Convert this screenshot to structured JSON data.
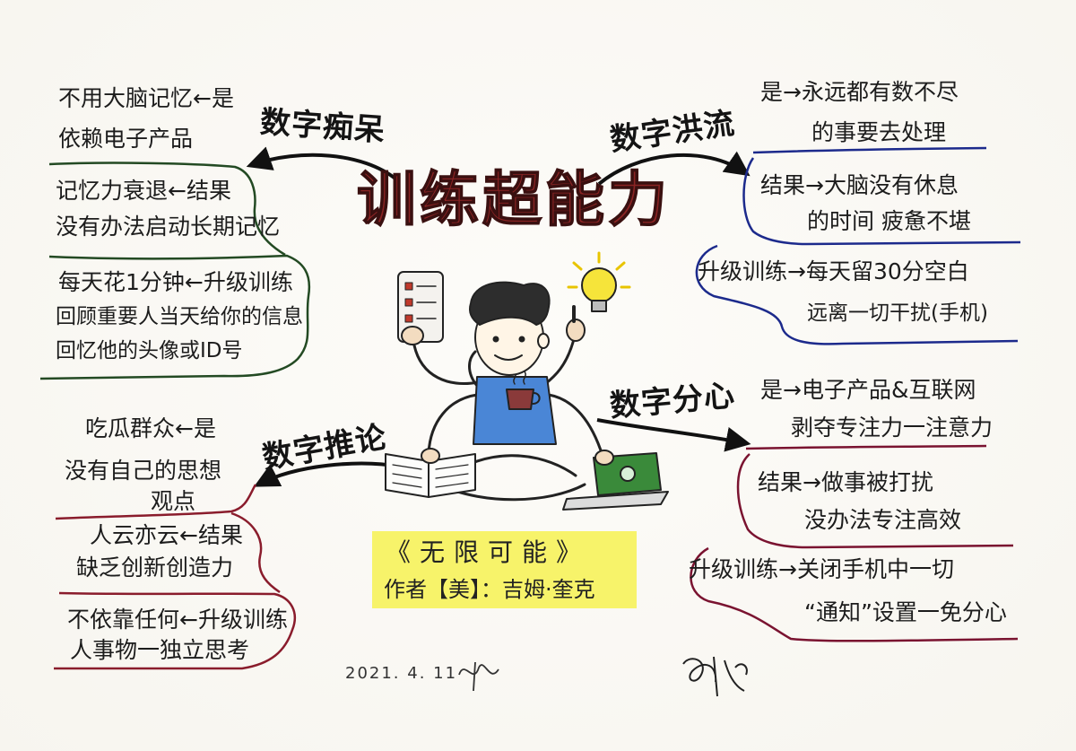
{
  "title": "训练超能力",
  "branches": {
    "digital_dementia": {
      "label": "数字痴呆",
      "nodes": [
        {
          "lines": [
            "不用大脑记忆←是",
            "依赖电子产品"
          ]
        },
        {
          "lines": [
            "记忆力衰退←结果",
            "没有办法启动长期记忆"
          ]
        },
        {
          "lines": [
            "每天花1分钟←升级训练",
            "回顾重要人当天给你的信息",
            "回忆他的头像或ID号"
          ]
        }
      ]
    },
    "digital_flood": {
      "label": "数字洪流",
      "nodes": [
        {
          "lines": [
            "是→永远都有数不尽",
            "的事要去处理"
          ]
        },
        {
          "lines": [
            "结果→大脑没有休息",
            "的时间 疲惫不堪"
          ]
        },
        {
          "lines": [
            "升级训练→每天留30分空白",
            "远离一切干扰(手机)"
          ]
        }
      ]
    },
    "digital_reasoning": {
      "label": "数字推论",
      "nodes": [
        {
          "lines": [
            "吃瓜群众←是",
            "没有自己的思想",
            "观点"
          ]
        },
        {
          "lines": [
            "人云亦云←结果",
            "缺乏创新创造力"
          ]
        },
        {
          "lines": [
            "不依靠任何←升级训练",
            "人事物一独立思考"
          ]
        }
      ]
    },
    "digital_distraction": {
      "label": "数字分心",
      "nodes": [
        {
          "lines": [
            "是→电子产品&互联网",
            "剥夺专注力一注意力"
          ]
        },
        {
          "lines": [
            "结果→做事被打扰",
            "没办法专注高效"
          ]
        },
        {
          "lines": [
            "升级训练→关闭手机中一切",
            "“通知”设置一免分心"
          ]
        }
      ]
    }
  },
  "book": {
    "title": "《无限可能》",
    "author": "作者【美】：吉姆·奎克"
  },
  "date": "2021. 4. 11",
  "colors": {
    "title": "#8b2424",
    "dementia_lines": "#234a23",
    "flood_lines": "#1c2a8c",
    "reasoning_lines": "#8a1c2c",
    "distraction_lines": "#7a1330",
    "book_highlight": "#f7f36a",
    "shirt": "#4a86d6",
    "bulb": "#f6e43a",
    "laptop": "#3a8a3a"
  }
}
